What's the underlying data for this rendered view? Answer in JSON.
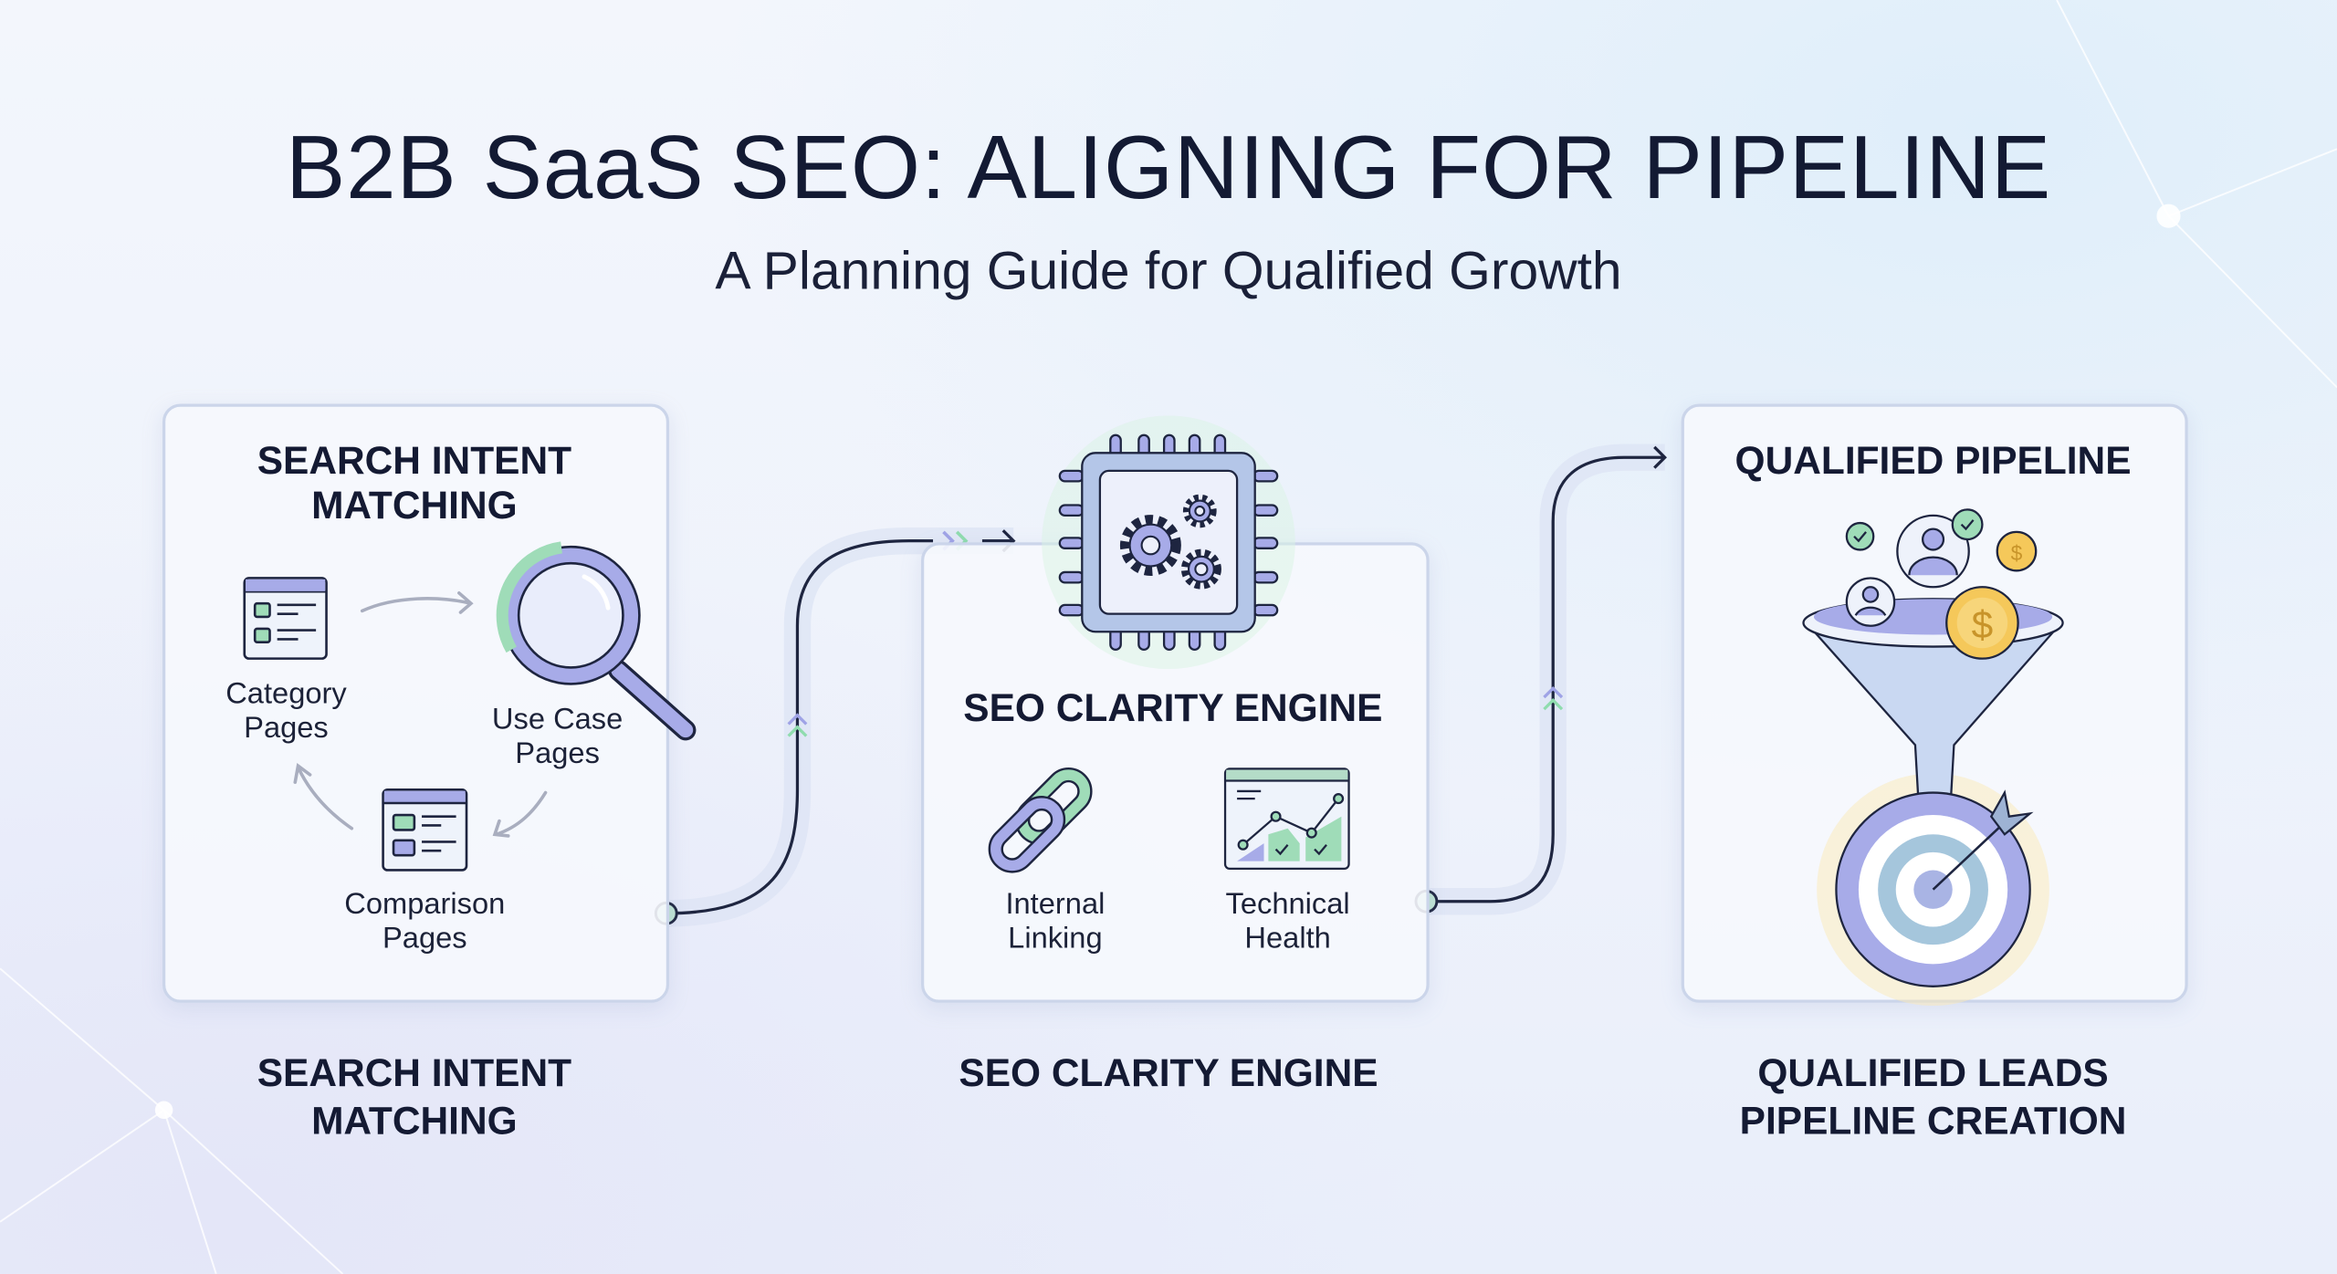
{
  "header": {
    "title": "B2B SaaS SEO: ALIGNING FOR PIPELINE",
    "subtitle": "A Planning Guide for Qualified Growth"
  },
  "stages": [
    {
      "card_title": "SEARCH INTENT MATCHING",
      "card_title_lines": [
        "SEARCH INTENT",
        "MATCHING"
      ],
      "items": [
        {
          "lines": [
            "Category",
            "Pages"
          ],
          "icon": "webpage-icon"
        },
        {
          "lines": [
            "Use Case",
            "Pages"
          ],
          "icon": "magnifier-icon"
        },
        {
          "lines": [
            "Comparison",
            "Pages"
          ],
          "icon": "webpage-icon"
        }
      ],
      "caption_lines": [
        "SEARCH INTENT",
        "MATCHING"
      ]
    },
    {
      "card_title": "SEO CLARITY ENGINE",
      "items": [
        {
          "lines": [
            "Internal",
            "Linking"
          ],
          "icon": "chain-link-icon"
        },
        {
          "lines": [
            "Technical",
            "Health"
          ],
          "icon": "chart-window-icon"
        }
      ],
      "caption_lines": [
        "SEO CLARITY ENGINE"
      ],
      "icon": "chip-gears-icon"
    },
    {
      "card_title": "QUALIFIED PIPELINE",
      "icon": "funnel-target-icon",
      "caption_lines": [
        "QUALIFIED LEADS",
        "PIPELINE CREATION"
      ]
    }
  ],
  "colors": {
    "purple": "#9fa3e6",
    "green": "#8fdcae",
    "gold": "#f5c85a",
    "stroke": "#1e2540",
    "arrow": "#a9aebf"
  }
}
